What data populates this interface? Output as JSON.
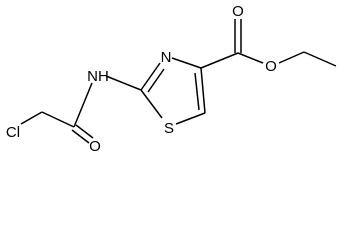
{
  "structure": {
    "atoms": {
      "chlorine": "Cl",
      "amide_nh": "NH",
      "amide_oxygen": "O",
      "thiazole_nitrogen": "N",
      "thiazole_sulfur": "S",
      "carbonyl_oxygen": "O",
      "ester_oxygen": "O"
    }
  }
}
